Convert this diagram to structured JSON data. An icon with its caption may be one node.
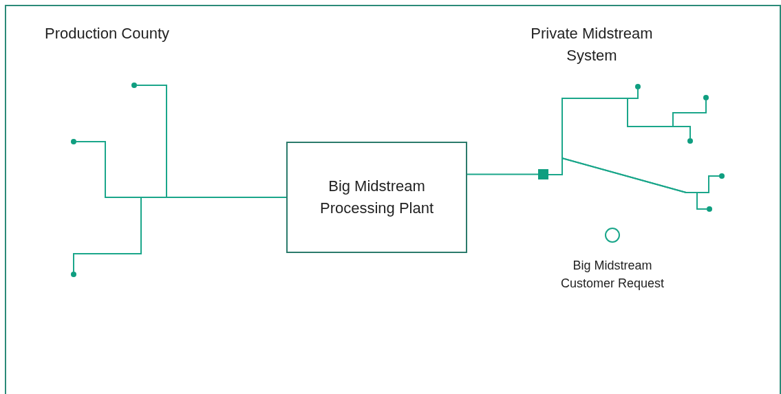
{
  "diagram": {
    "nodes": [
      {
        "text": [],
        "shape": "circle"
      },
      {
        "text": [],
        "shape": "circle"
      },
      {
        "text": [],
        "shape": "circle"
      },
      {
        "text": [
          "Big Midstream Processing Plant"
        ]
      },
      {
        "text": [],
        "shape": "box"
      },
      {
        "text": [],
        "shape": "circle"
      },
      {
        "text": [],
        "shape": "circle"
      },
      {
        "text": [],
        "shape": "circle"
      },
      {
        "text": [],
        "shape": "circle"
      },
      {
        "text": [],
        "shape": "circle"
      },
      {
        "text": [],
        "shape": "ring",
        "beside": [
          "Big Midstream Customer Request"
        ]
      }
    ],
    "edges": [
      {
        "from": 0,
        "to": 3,
        "arrow": "none"
      },
      {
        "from": 1,
        "to": 3,
        "arrow": "none"
      },
      {
        "from": 2,
        "to": 3,
        "arrow": "none"
      },
      {
        "from": 3,
        "to": 4,
        "arrow": "none"
      },
      {
        "from": 4,
        "to": 5,
        "arrow": "none"
      },
      {
        "from": 4,
        "to": 6,
        "arrow": "none"
      },
      {
        "from": 4,
        "to": 7,
        "arrow": "none"
      },
      {
        "from": 4,
        "to": 8,
        "arrow": "none"
      },
      {
        "from": 4,
        "to": 9,
        "arrow": "none"
      }
    ],
    "labels": [
      "Production County",
      "Private Midstream System"
    ]
  }
}
